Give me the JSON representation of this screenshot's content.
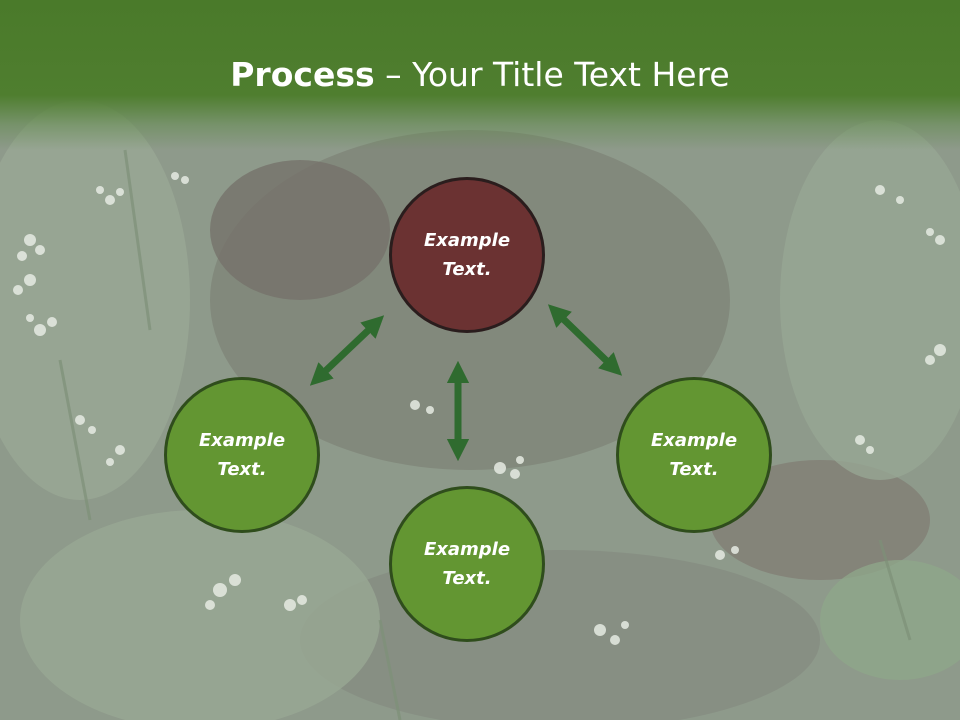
{
  "slide": {
    "title_bold": "Process",
    "title_rest": " – Your Title Text Here"
  },
  "nodes": {
    "top": "Example Text.",
    "left": "Example Text.",
    "right": "Example Text.",
    "bottom": "Example Text."
  },
  "colors": {
    "header_green": "#4f7e2f",
    "circle_green": "#639632",
    "circle_brown": "#6b3232",
    "arrow_green": "#2f6b2f"
  },
  "icons": {
    "arrows": [
      "double-arrow-icon",
      "double-arrow-icon",
      "double-arrow-icon"
    ]
  }
}
